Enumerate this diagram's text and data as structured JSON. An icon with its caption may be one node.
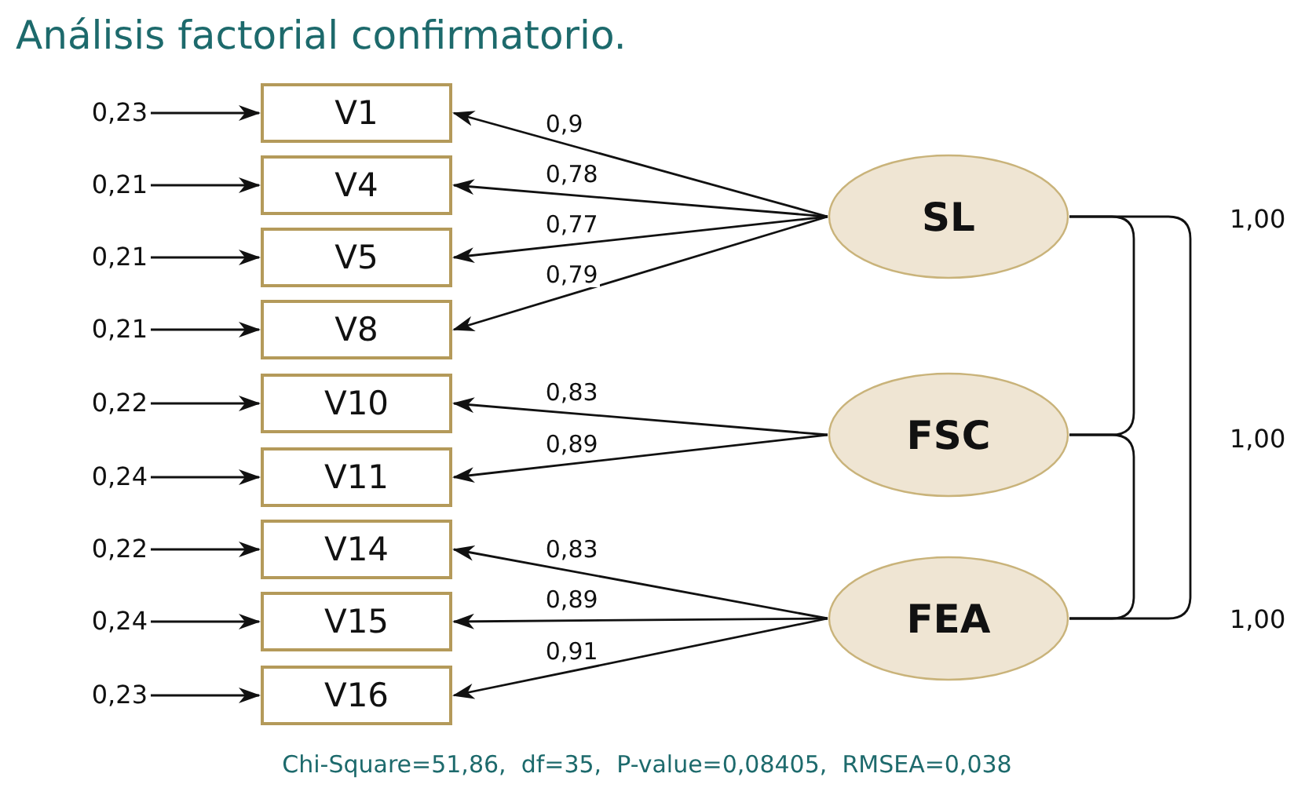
{
  "diagram": {
    "title": "Análisis factorial confirmatorio.",
    "caption": "Chi-Square=51,86,  df=35,  P-value=0,08405,  RMSEA=0,038",
    "nodes": [
      {
        "text": [
          "0,23"
        ]
      },
      {
        "text": [
          "V1"
        ]
      },
      {
        "text": [
          "0,21"
        ]
      },
      {
        "text": [
          "V4"
        ]
      },
      {
        "text": [
          "0,21"
        ]
      },
      {
        "text": [
          "V5"
        ]
      },
      {
        "text": [
          "0,21"
        ]
      },
      {
        "text": [
          "V8"
        ]
      },
      {
        "text": [
          "0,22"
        ]
      },
      {
        "text": [
          "V10"
        ]
      },
      {
        "text": [
          "0,24"
        ]
      },
      {
        "text": [
          "V11"
        ]
      },
      {
        "text": [
          "0,22"
        ]
      },
      {
        "text": [
          "V14"
        ]
      },
      {
        "text": [
          "0,24"
        ]
      },
      {
        "text": [
          "V15"
        ]
      },
      {
        "text": [
          "0,23"
        ]
      },
      {
        "text": [
          "V16"
        ]
      },
      {
        "text": [
          "SL"
        ]
      },
      {
        "text": [
          "FSC"
        ]
      },
      {
        "text": [
          "FEA"
        ]
      }
    ],
    "labels": [
      "1,00",
      "1,00",
      "1,00"
    ],
    "edges": [
      {
        "from": 0,
        "to": 1,
        "arrow": "to"
      },
      {
        "from": 2,
        "to": 3,
        "arrow": "to"
      },
      {
        "from": 4,
        "to": 5,
        "arrow": "to"
      },
      {
        "from": 6,
        "to": 7,
        "arrow": "to"
      },
      {
        "from": 8,
        "to": 9,
        "arrow": "to"
      },
      {
        "from": 10,
        "to": 11,
        "arrow": "to"
      },
      {
        "from": 12,
        "to": 13,
        "arrow": "to"
      },
      {
        "from": 14,
        "to": 15,
        "arrow": "to"
      },
      {
        "from": 16,
        "to": 17,
        "arrow": "to"
      },
      {
        "from": 18,
        "to": 1,
        "arrow": "to",
        "label": "0,9"
      },
      {
        "from": 18,
        "to": 3,
        "arrow": "to",
        "label": "0,78"
      },
      {
        "from": 18,
        "to": 5,
        "arrow": "to",
        "label": "0,77"
      },
      {
        "from": 18,
        "to": 7,
        "arrow": "to",
        "label": "0,79"
      },
      {
        "from": 19,
        "to": 9,
        "arrow": "to",
        "label": "0,83"
      },
      {
        "from": 19,
        "to": 11,
        "arrow": "to",
        "label": "0,89"
      },
      {
        "from": 20,
        "to": 13,
        "arrow": "to",
        "label": "0,83"
      },
      {
        "from": 20,
        "to": 15,
        "arrow": "to",
        "label": "0,89"
      },
      {
        "from": 20,
        "to": 17,
        "arrow": "to",
        "label": "0,91"
      },
      {
        "from": 18,
        "to": 19,
        "arrow": "none"
      },
      {
        "from": 19,
        "to": 20,
        "arrow": "none"
      },
      {
        "from": 18,
        "to": 20,
        "arrow": "none"
      }
    ]
  }
}
